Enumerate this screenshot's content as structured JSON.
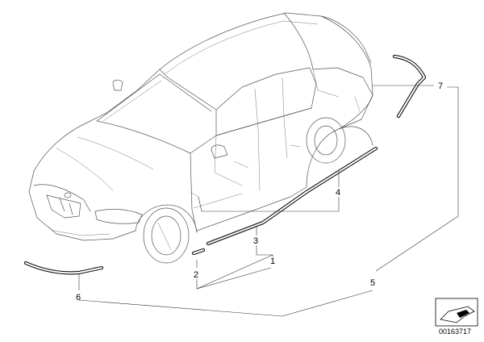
{
  "diagram": {
    "callouts": [
      {
        "id": "c1",
        "label": "1"
      },
      {
        "id": "c2",
        "label": "2"
      },
      {
        "id": "c3",
        "label": "3"
      },
      {
        "id": "c4",
        "label": "4"
      },
      {
        "id": "c5",
        "label": "5"
      },
      {
        "id": "c6",
        "label": "6"
      },
      {
        "id": "c7",
        "label": "7"
      }
    ],
    "part_number": "00163717"
  }
}
